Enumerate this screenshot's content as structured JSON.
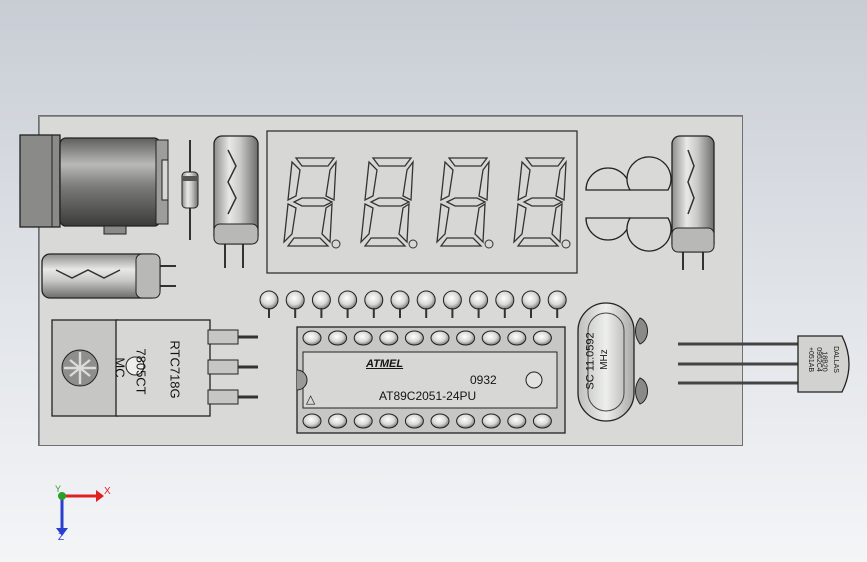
{
  "board": {
    "regulator": {
      "line1": "MC",
      "line2": "7805CT",
      "line3": "RTC718G"
    },
    "mcu": {
      "logo": "ATMEL",
      "date_code": "0932",
      "part": "AT89C2051-24PU",
      "pin1_mark": "△"
    },
    "crystal": {
      "line1": "SC 11.0592",
      "line2": "MHz"
    },
    "sensor": {
      "line1": "DALLAS",
      "line2": "18B20",
      "line3": "0952C4",
      "line4": "+051AB"
    },
    "display": {
      "digits": 4,
      "segment_char": "8"
    }
  },
  "triad": {
    "x_label": "X",
    "y_label": "Y",
    "z_label": "Z"
  },
  "colors": {
    "background": "#dde1e6",
    "board": "#d9dad7",
    "outline": "#2b2b2b",
    "axis_x": "#e02020",
    "axis_y": "#2aa02a",
    "axis_z": "#2a3fd0"
  }
}
